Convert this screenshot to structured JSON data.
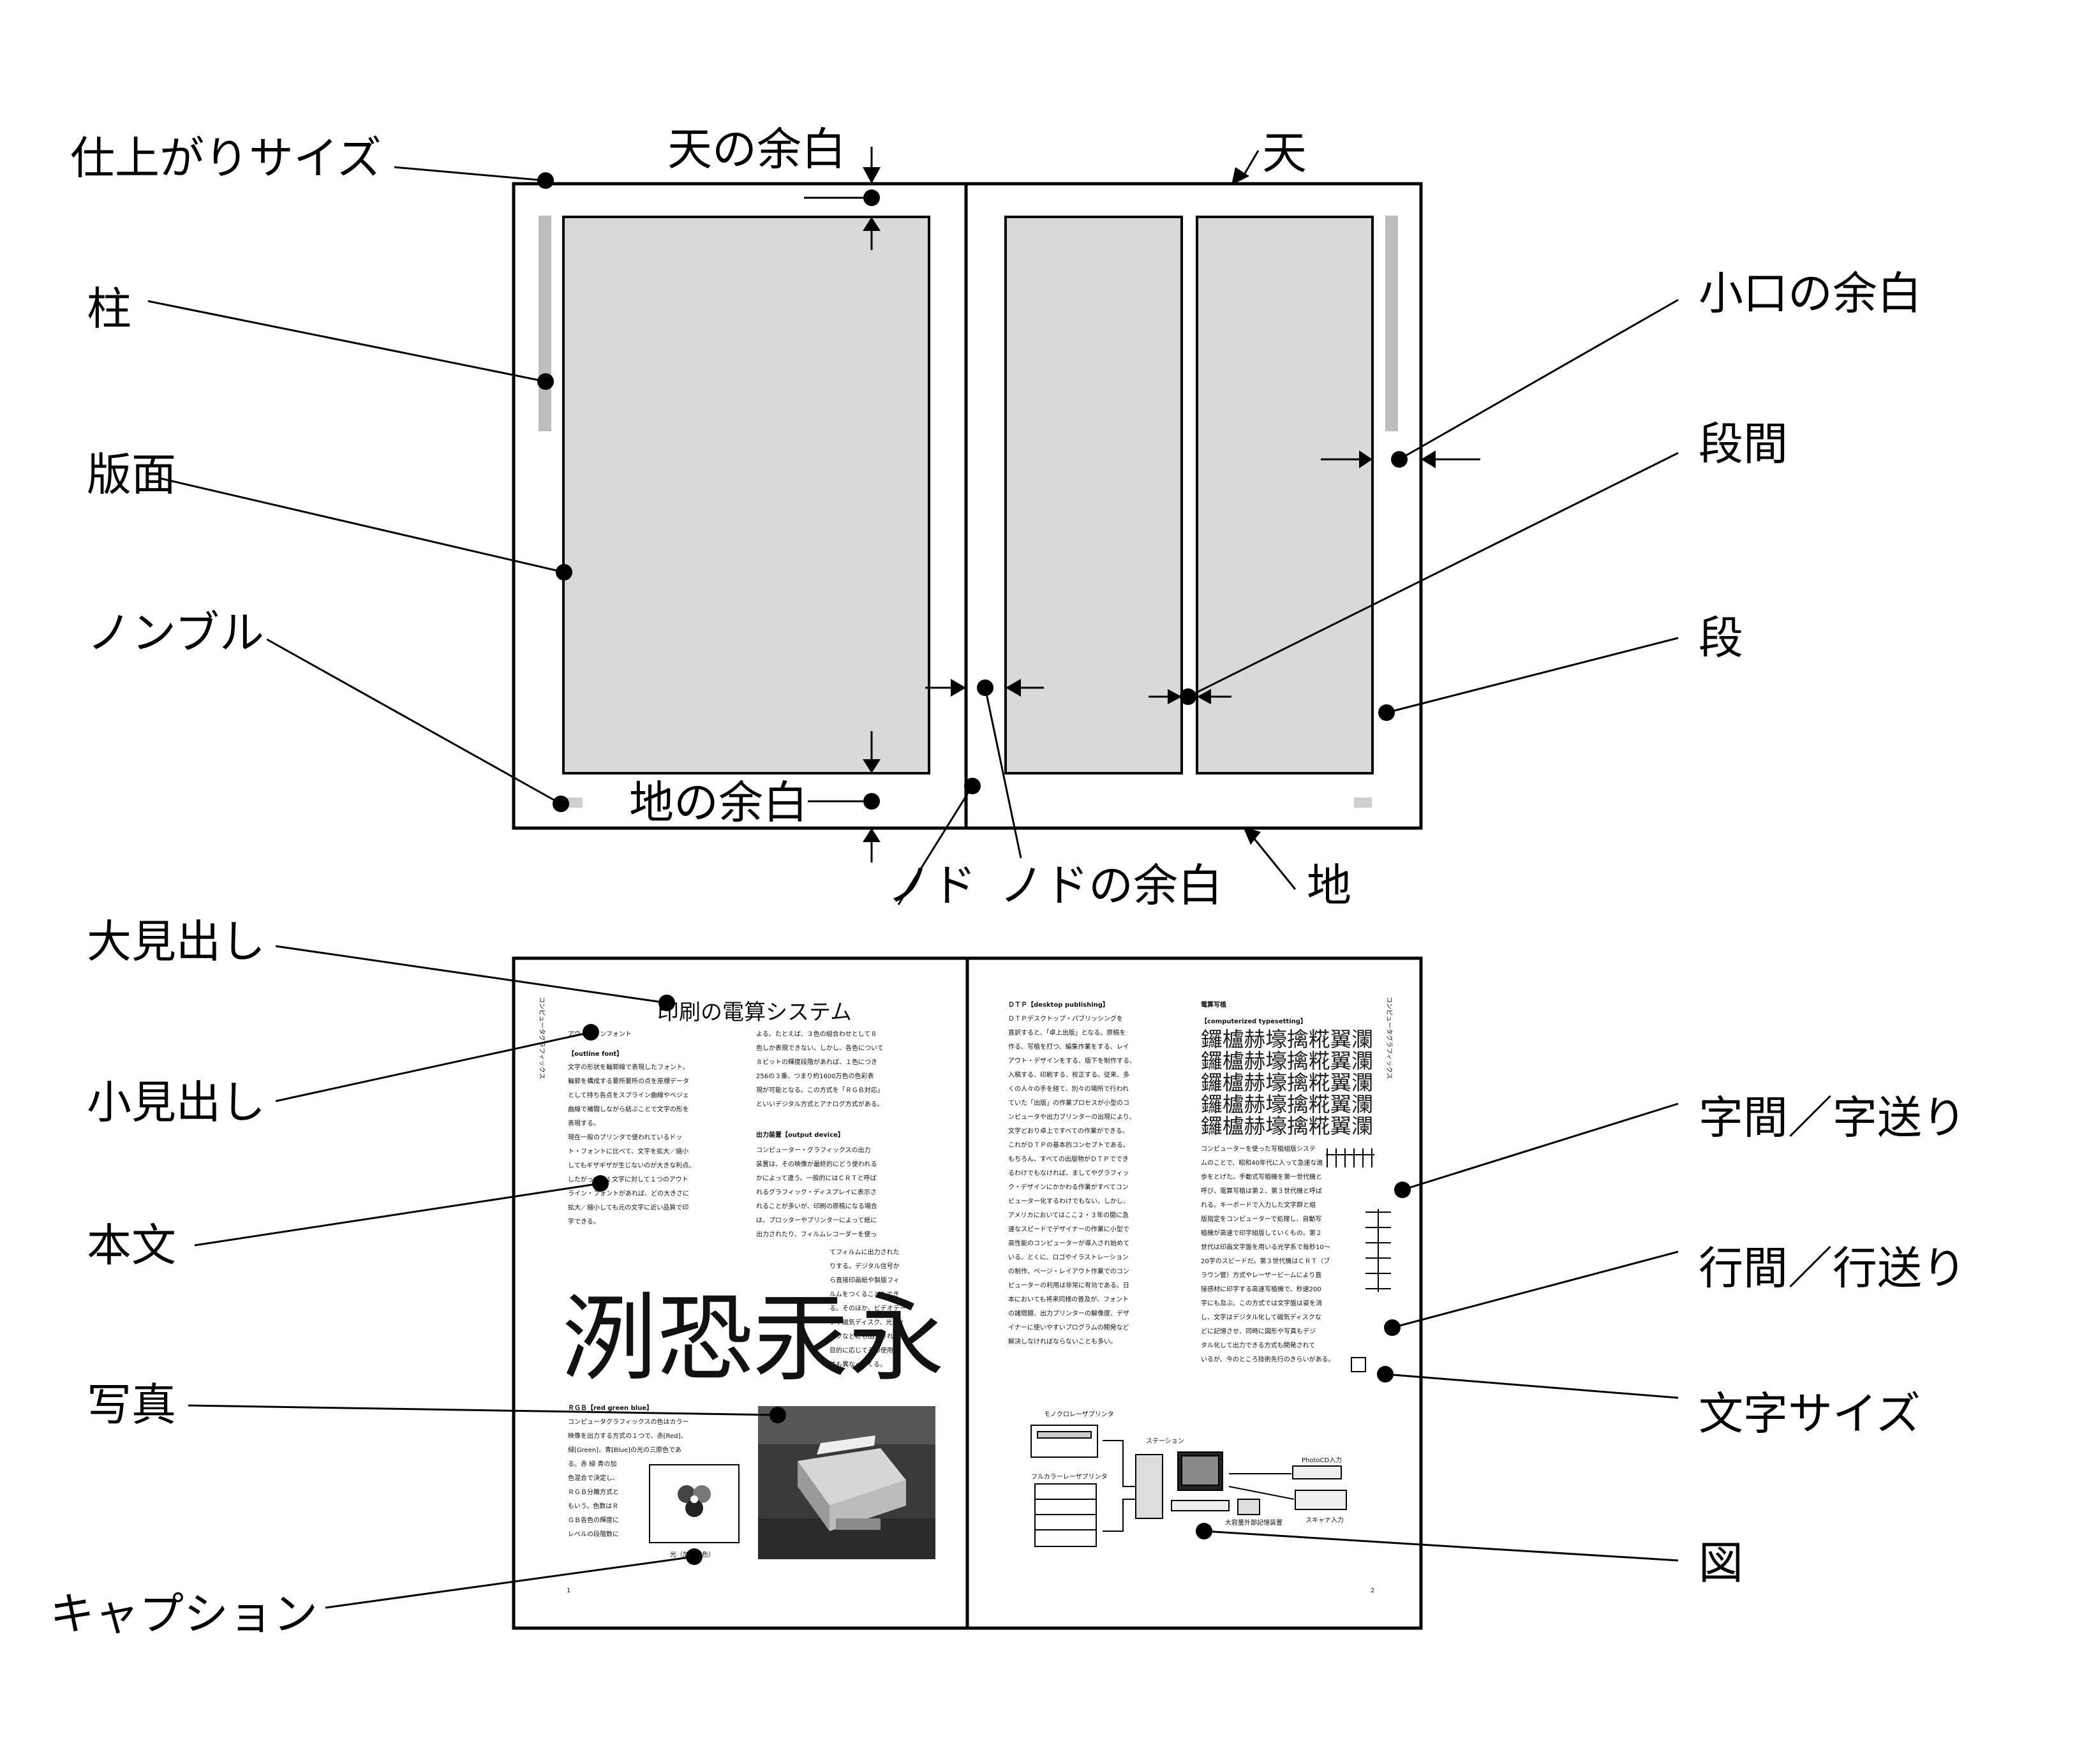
{
  "labels": {
    "finished_size": "仕上がりサイズ",
    "top_margin": "天の余白",
    "head": "天",
    "running_head": "柱",
    "fore_edge_margin": "小口の余白",
    "type_area": "版面",
    "column_gap": "段間",
    "folio": "ノンブル",
    "column": "段",
    "bottom_margin": "地の余白",
    "gutter": "ノド",
    "gutter_margin": "ノドの余白",
    "tail": "地",
    "main_heading": "大見出し",
    "subheading": "小見出し",
    "letter_spacing": "字間／字送り",
    "body_text": "本文",
    "line_spacing": "行間／行送り",
    "photo": "写真",
    "font_size": "文字サイズ",
    "caption": "キャプション",
    "figure": "図"
  },
  "sample_spread": {
    "left": {
      "running_head": "コンピュータグラフィックス",
      "main_heading": "印刷の電算システム",
      "sub1": "アウトラインフォント",
      "sub1_en": "【outline font】",
      "col1_text": [
        "文字の形状を輪郭線で表現したフォント。",
        "輪郭を構成する要所要所の点を座標データ",
        "として持ち各点をスプライン曲線やベジェ",
        "曲線で補間しながら結ぶことで文字の形を",
        "表現する。",
        "現在一般のプリンタで使われているドッ",
        "ト・フォントに比べて、文字を拡大／縮小",
        "してもギザギザが生じないのが大きな利点。",
        "したがって、１文字に対して１つのアウト",
        "ライン・フォントがあれば、どの大きさに",
        "拡大／縮小しても元の文字に近い品質で印",
        "字できる。"
      ],
      "col2_text": [
        "よる。たとえば、３色の組合わせとして８",
        "色しか表現できない。しかし、各色について",
        "８ビットの輝度段階があれば、１色につき",
        "256の３乗、つまり約1600万色の色彩表",
        "現が可能となる。この方式を「ＲＧＢ対応」",
        "といいデジタル方式とアナログ方式がある。"
      ],
      "sub2": "出力装置【output device】",
      "col2b_text": [
        "コンピューター・グラフィックスの出力",
        "装置は、その映像が最終的にどう使われる",
        "かによって違う。一般的にはＣＲＴと呼ば",
        "れるグラフィック・ディスプレイに表示さ",
        "れることが多いが、印刷の原稿になる場合",
        "は、プロッターやプリンターによって紙に",
        "出力されたり、フィルムレコーダーを使っ"
      ],
      "col2c_text": [
        "てフィルムに出力された",
        "りする。デジタル信号か",
        "ら直接印画紙や製版フィ",
        "ルムをつくることもでき",
        "る。そのほか、ビデオテー",
        "プや磁気ディスク、光ディ",
        "スクなどにも出力されて、",
        "目的に応じてその使用",
        "法も異なってくる。"
      ],
      "big_chars": "洌恐汞永",
      "sub3": "ＲＧＢ【red green blue】",
      "col3_text": [
        "コンピュータグラフィックスの色はカラー",
        "映像を出力する方式の１つで、赤[Red]、",
        "緑[Green]、青[Blue]の光の三原色であ",
        "る。赤 緑 青の加",
        "色混合で決定し、",
        "ＲＧＢ分離方式と",
        "もいう。色数はＲ",
        "ＧＢ各色の輝度に",
        "レベルの段階数に"
      ],
      "caption": "光（加法混色）",
      "folio": "1"
    },
    "right": {
      "sub1": "ＤＴＰ【desktop publishing】",
      "col1_text": [
        "ＤＴＰデスクトップ・パブリッシングを",
        "直訳すると、「卓上出版」となる。原稿を",
        "作る、写植を打つ、編集作業をする、レイ",
        "アウト・デザインをする、版下を制作する、",
        "入稿する、印刷する、校正する。従来、多",
        "くの人々の手を経て、別々の場所で行われ",
        "ていた「出版」の作業プロセスが小型のコ",
        "ンピュータや出力プリンターの出現により、",
        "文字どおり卓上ですべての作業ができる。",
        "これがＤＴＰの基本的コンセプトである。",
        "もちろん、すべての出版物がＤＴＰででき",
        "るわけでもなければ、ましてやグラフィッ",
        "ク・デザインにかかわる作業がすべてコン",
        "ピューター化するわけでもない。しかし、",
        "アメリカにおいてはここ２・３年の間に急",
        "速なスピードでデザイナーの作業に小型で",
        "高性能のコンピューターが導入され始めて",
        "いる。とくに、ロゴやイラストレーション",
        "の制作、ページ・レイアウト作業でのコン",
        "ピューターの利用は非常に有効である。日",
        "本においても将来同様の普及が、フォント",
        "の諸問題、出力プリンターの解像度、デザ",
        "イナーに使いやすいプログラムの開発など",
        "解決しなければならないことも多い。"
      ],
      "sub2": "電算写植",
      "sub2_en": "【computerized typesetting】",
      "dense_chars": "鑼櫨赫壕擒糀翼瀾",
      "col2_text": [
        "コンピューターを使った写植組版システ",
        "ムのことで、昭和40年代に入って急速な進",
        "歩をとげた。手動式写植機を第一世代機と",
        "呼び、電算写植は第２、第３世代機と呼ば",
        "れる。キーボードで入力した文字群と組",
        "版指定をコンピューターで処理し、自動写",
        "植機が高速で印字組版していくもの。第２",
        "世代は印画文字盤を用いる光学系で毎秒10～",
        "20字のスピードだ。第３世代機はＣＲＴ（ブ",
        "ラウン管）方式やレーザービームにより直",
        "接感材に印字する高速写植機で、秒速200",
        "字にも及ぶ。この方式では文字盤は姿を消",
        "し、文字はデジタル化して磁気ディスクな",
        "どに記憶させ、同時に図形や写真もデジ",
        "タル化して出力できる方式も開発されて",
        "いるが、今のところ技術先行のきらいがある。"
      ],
      "running_head": "コンピュータグラフィックス",
      "fig_station": "ステーション",
      "fig_mono": "モノクロレーザプリンタ",
      "fig_full": "フルカラーレーザプリンタ",
      "fig_photocd": "PhotoCD入力",
      "fig_scanner": "スキャナ入力",
      "fig_storage": "大容量外部記憶装置",
      "folio": "2"
    }
  }
}
